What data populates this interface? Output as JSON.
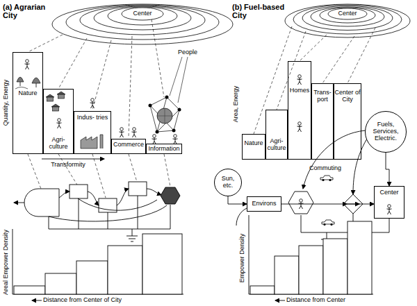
{
  "diagram": {
    "nodes": [
      {
        "text": [
          "Nature"
        ]
      },
      {
        "text": [
          "Agri- culture"
        ]
      },
      {
        "text": [
          "Indus- tries"
        ]
      },
      {
        "text": [
          "Commerce"
        ]
      },
      {
        "text": [
          "Information"
        ]
      },
      {
        "text": [
          "Nature"
        ]
      },
      {
        "text": [
          "Agri- culture"
        ]
      },
      {
        "text": [
          "Homes"
        ]
      },
      {
        "text": [
          "Trans- port"
        ]
      },
      {
        "text": [
          "Center of City"
        ]
      },
      {
        "text": [
          "Sun, etc."
        ]
      },
      {
        "text": [
          "Environs"
        ]
      },
      {
        "text": [
          "Center"
        ]
      },
      {
        "text": [
          "Fuels, Services, Electric."
        ]
      }
    ],
    "edges": [
      {
        "from": 10,
        "to": 11,
        "arrow": "to"
      },
      {
        "from": 11,
        "to": 12,
        "arrow": "to"
      },
      {
        "from": 13,
        "to": 12,
        "arrow": "to"
      }
    ],
    "labels": [
      "(a) Agrarian City",
      "Center",
      "People",
      "Quantity, Energy",
      "Transformity",
      "Areal Empower Density",
      "Distance from Center of City",
      "(b) Fuel-based City",
      "Center",
      "Area, Energy",
      "Commuting",
      "Empower Density",
      "Distance from Center"
    ]
  }
}
